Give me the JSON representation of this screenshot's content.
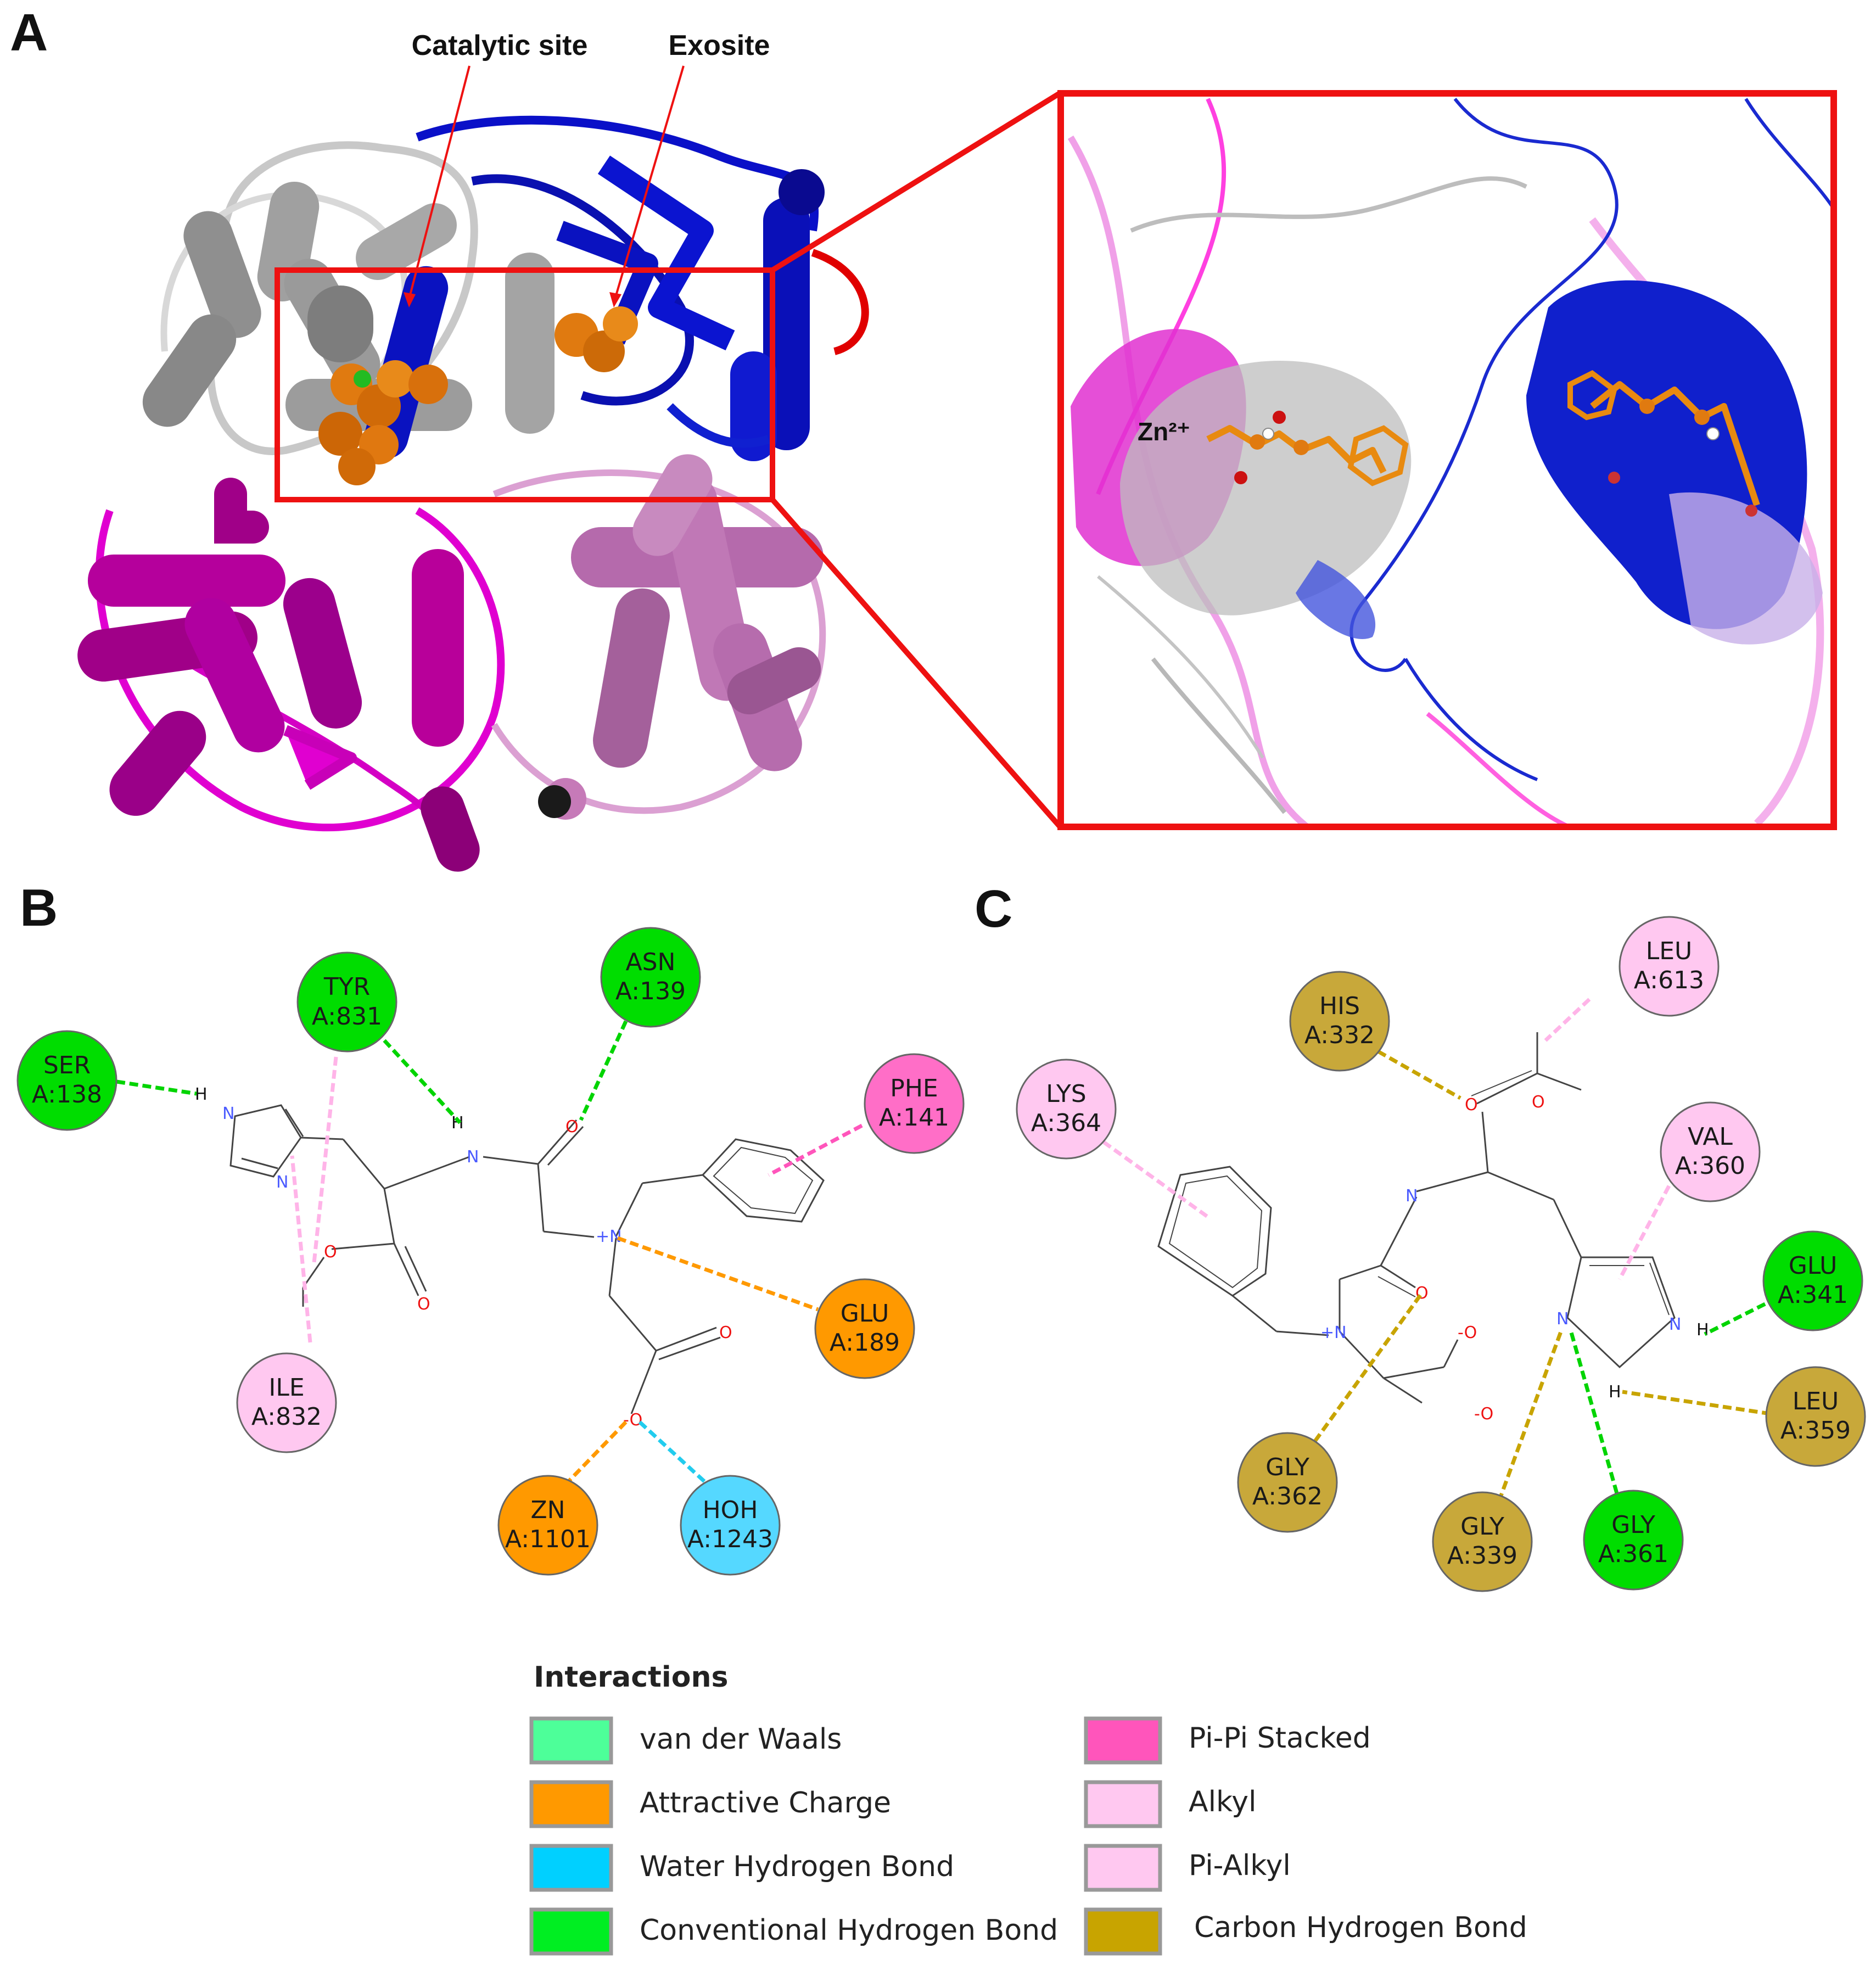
{
  "panels": {
    "A": {
      "letter": "A",
      "callout_catalytic": "Catalytic site",
      "callout_exosite": "Exosite",
      "zn_label": "Zn²⁺"
    },
    "B": {
      "letter": "B",
      "residues": [
        {
          "id": "ser138",
          "name": "SER",
          "num": "A:138",
          "color": "#00dd00"
        },
        {
          "id": "tyr831",
          "name": "TYR",
          "num": "A:831",
          "color": "#00dd00"
        },
        {
          "id": "asn139",
          "name": "ASN",
          "num": "A:139",
          "color": "#00dd00"
        },
        {
          "id": "phe141",
          "name": "PHE",
          "num": "A:141",
          "color": "#ff6ec7"
        },
        {
          "id": "glu189",
          "name": "GLU",
          "num": "A:189",
          "color": "#ff9900"
        },
        {
          "id": "ile832",
          "name": "ILE",
          "num": "A:832",
          "color": "#ffc8f0"
        },
        {
          "id": "zn1101",
          "name": "ZN",
          "num": "A:1101",
          "color": "#ff9900"
        },
        {
          "id": "hoh1243",
          "name": "HOH",
          "num": "A:1243",
          "color": "#55d8ff"
        }
      ]
    },
    "C": {
      "letter": "C",
      "residues": [
        {
          "id": "his332",
          "name": "HIS",
          "num": "A:332",
          "color": "#c8a83a"
        },
        {
          "id": "leu613",
          "name": "LEU",
          "num": "A:613",
          "color": "#ffc8f0"
        },
        {
          "id": "lys364",
          "name": "LYS",
          "num": "A:364",
          "color": "#ffc8f0"
        },
        {
          "id": "val360",
          "name": "VAL",
          "num": "A:360",
          "color": "#ffc8f0"
        },
        {
          "id": "glu341",
          "name": "GLU",
          "num": "A:341",
          "color": "#00dd00"
        },
        {
          "id": "leu359",
          "name": "LEU",
          "num": "A:359",
          "color": "#c8a83a"
        },
        {
          "id": "gly362",
          "name": "GLY",
          "num": "A:362",
          "color": "#c8a83a"
        },
        {
          "id": "gly339",
          "name": "GLY",
          "num": "A:339",
          "color": "#c8a83a"
        },
        {
          "id": "gly361",
          "name": "GLY",
          "num": "A:361",
          "color": "#00dd00"
        }
      ]
    }
  },
  "legend": {
    "title": "Interactions",
    "items": [
      {
        "label": "van der Waals",
        "color": "#4dff99"
      },
      {
        "label": "Attractive Charge",
        "color": "#ff9900"
      },
      {
        "label": "Water Hydrogen Bond",
        "color": "#00d0ff"
      },
      {
        "label": "Conventional Hydrogen Bond",
        "color": "#00ee22"
      },
      {
        "label": "Pi-Pi Stacked",
        "color": "#ff55bb"
      },
      {
        "label": "Alkyl",
        "color": "#ffc8f0"
      },
      {
        "label": "Pi-Alkyl",
        "color": "#ffc8f0"
      },
      {
        "label": "Carbon Hydrogen Bond",
        "color": "#c8a400"
      }
    ]
  }
}
